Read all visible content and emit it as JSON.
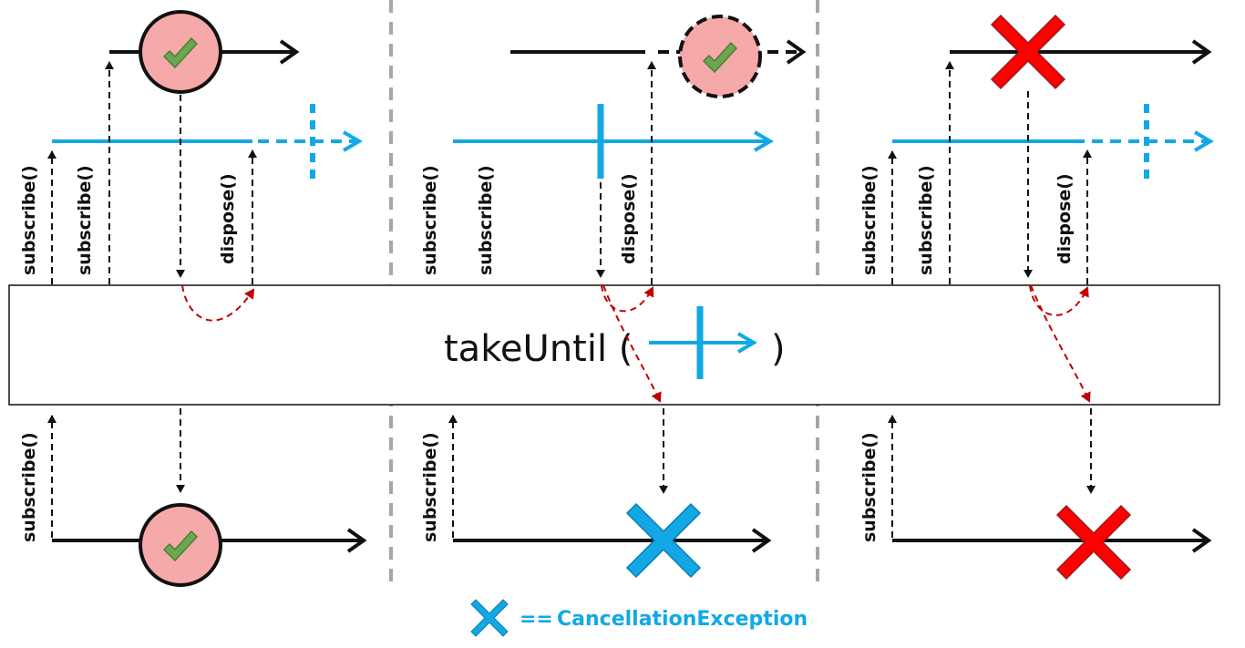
{
  "labels": {
    "subscribe": "subscribe()",
    "dispose": "dispose()"
  },
  "operator": {
    "name": "takeUntil (",
    "close": ")"
  },
  "legend": {
    "equals": "==",
    "text": "CancellationException"
  },
  "colors": {
    "black": "#111111",
    "blue": "#12a8e6",
    "red_dashed": "#c00000",
    "divider": "#a6a6a6",
    "completion_fill": "#f6a9a9",
    "check": "#6aa84f",
    "error_red": "#ff0000",
    "cancel_blue": "#12a8e6"
  },
  "icons": {
    "completion": "check-circle-icon",
    "error": "red-x-icon",
    "cancellation": "blue-x-icon"
  }
}
